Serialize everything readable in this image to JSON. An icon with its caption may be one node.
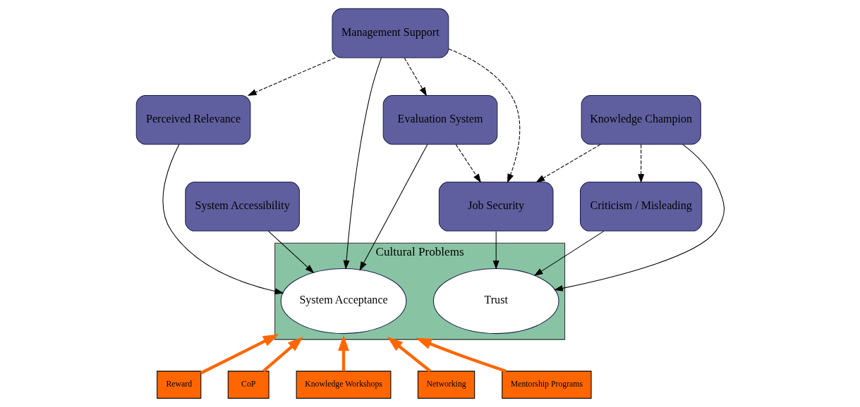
{
  "diagram": {
    "nodes": [
      {
        "text": [
          "Management Support"
        ]
      },
      {
        "text": [
          "Job Security"
        ]
      },
      {
        "text": [
          "Evaluation System"
        ]
      },
      {
        "text": [
          "Perceived Relevance"
        ]
      },
      {
        "text": [
          "Knowledge Champion"
        ]
      },
      {
        "text": [
          "System Accessibility"
        ]
      },
      {
        "text": [
          "Criticism / Misleading"
        ]
      },
      {
        "text": [
          "Cultural Problems"
        ]
      },
      {
        "text": [
          "System Acceptance"
        ],
        "in": 7
      },
      {
        "text": [
          "Trust"
        ],
        "in": 7
      },
      {
        "text": [
          "Reward"
        ]
      },
      {
        "text": [
          "CoP"
        ]
      },
      {
        "text": [
          "Knowledge Workshops"
        ]
      },
      {
        "text": [
          "Networking"
        ]
      },
      {
        "text": [
          "Mentorship Programs"
        ]
      }
    ],
    "edges": [
      {
        "from": 2,
        "to": 1,
        "arrow": "to",
        "style": "dashed"
      },
      {
        "from": 0,
        "to": 2,
        "arrow": "to",
        "style": "dashed"
      },
      {
        "from": 0,
        "to": 3,
        "arrow": "to",
        "style": "dashed"
      },
      {
        "from": 0,
        "to": 1,
        "arrow": "to",
        "style": "dashed"
      },
      {
        "from": 0,
        "to": 8,
        "arrow": "to"
      },
      {
        "from": 2,
        "to": 8,
        "arrow": "to"
      },
      {
        "from": 3,
        "to": 8,
        "arrow": "to"
      },
      {
        "from": 5,
        "to": 8,
        "arrow": "to"
      },
      {
        "from": 1,
        "to": 9,
        "arrow": "to"
      },
      {
        "from": 4,
        "to": 9,
        "arrow": "to"
      },
      {
        "from": 6,
        "to": 9,
        "arrow": "to"
      },
      {
        "from": 4,
        "to": 1,
        "arrow": "to",
        "style": "dashed"
      },
      {
        "from": 4,
        "to": 6,
        "arrow": "to",
        "style": "dashed"
      },
      {
        "from": 10,
        "to": 7,
        "arrow": "to",
        "style": "thick",
        "color": "#ff6600"
      },
      {
        "from": 11,
        "to": 7,
        "arrow": "to",
        "style": "thick",
        "color": "#ff6600"
      },
      {
        "from": 12,
        "to": 7,
        "arrow": "to",
        "style": "thick",
        "color": "#ff6600"
      },
      {
        "from": 13,
        "to": 7,
        "arrow": "to",
        "style": "thick",
        "color": "#ff6600"
      },
      {
        "from": 14,
        "to": 7,
        "arrow": "to",
        "style": "thick",
        "color": "#ff6600"
      }
    ]
  }
}
